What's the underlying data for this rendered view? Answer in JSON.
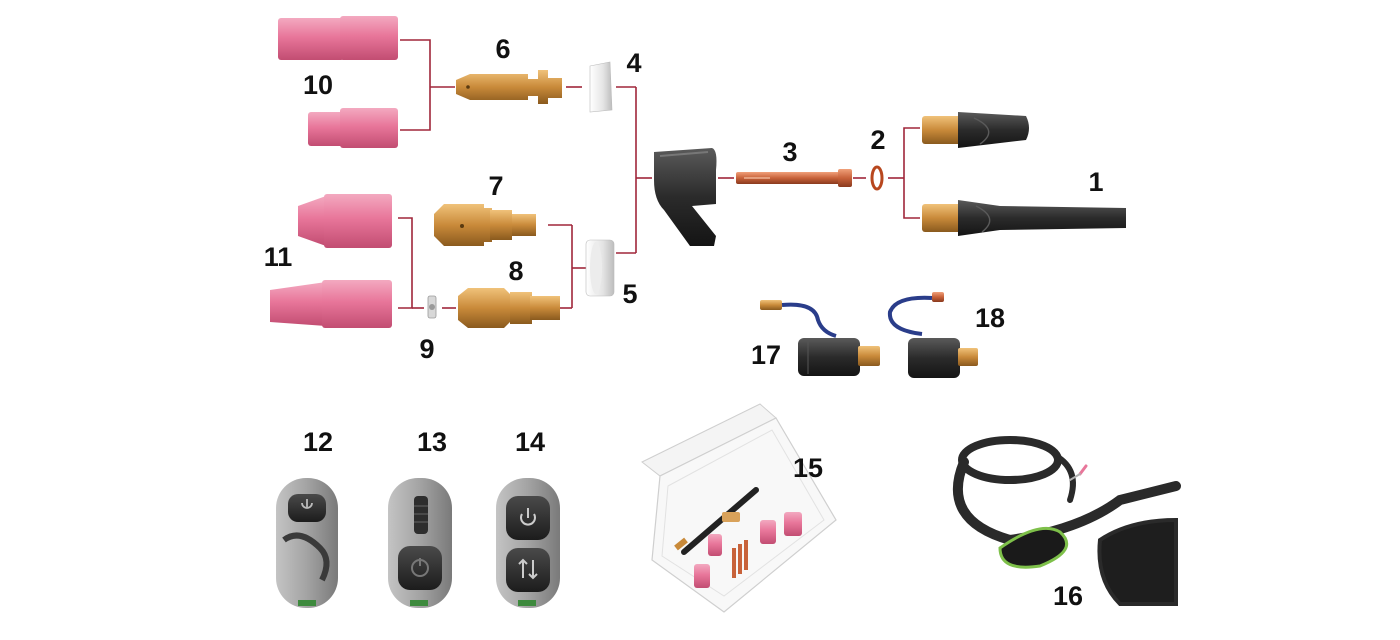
{
  "colors": {
    "connector": "#a0263a",
    "nozzle": "#e8769a",
    "brass": "#c98a3a",
    "copper": "#c8623a",
    "black": "#2b2b2b",
    "grey_switch": "#9a9a9a",
    "hose_green": "#7ec04a"
  },
  "labels": {
    "p1": "1",
    "p2": "2",
    "p3": "3",
    "p4": "4",
    "p5": "5",
    "p6": "6",
    "p7": "7",
    "p8": "8",
    "p9": "9",
    "p10": "10",
    "p11": "11",
    "p12": "12",
    "p13": "13",
    "p14": "14",
    "p15": "15",
    "p16": "16",
    "p17": "17",
    "p18": "18"
  },
  "icons": {
    "switch_12": "power-icon",
    "switch_13_top": "wheel-icon",
    "switch_13_bottom": "power-icon",
    "switch_14_top": "power-icon",
    "switch_14_bottom": "up-down-arrows-icon"
  }
}
